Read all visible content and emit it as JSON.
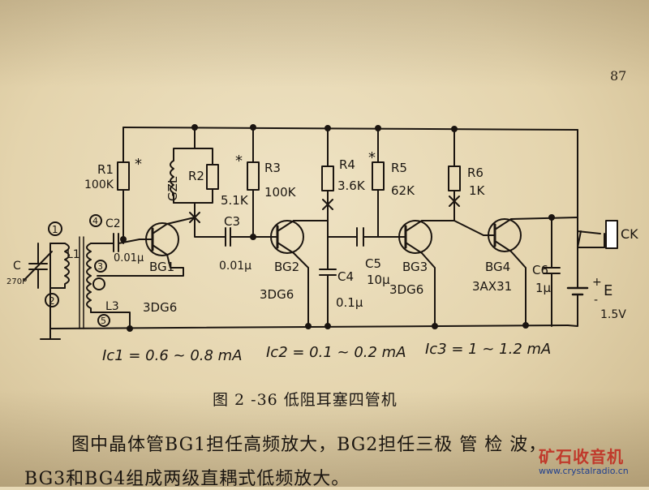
{
  "page_number": "87",
  "labels": {
    "c_tune_name": "C",
    "c_tune_val": "270P",
    "pin1": "1",
    "pin2": "2",
    "pin3": "3",
    "pin4": "4",
    "pin5": "5",
    "l1": "L1",
    "l3": "L3",
    "c2": "C2",
    "c2_val": "0.01μ",
    "r1": "R1",
    "r1_val": "100K",
    "star1": "*",
    "gzl": "GZL",
    "r2": "R2",
    "r2_val": "5.1K",
    "r3": "R3",
    "r3_val": "100K",
    "star3": "*",
    "bg1": "BG1",
    "bg1_type": "3DG6",
    "c3": "C3",
    "c3_val": "0.01μ",
    "bg2": "BG2",
    "bg2_type": "3DG6",
    "r4": "R4",
    "r4_val": "3.6K",
    "c4": "C4",
    "c4_val": "0.1μ",
    "c5": "C5",
    "c5_val": "10μ",
    "r5": "R5",
    "r5_val": "62K",
    "star5": "*",
    "bg3": "BG3",
    "bg3_type": "3DG6",
    "r6": "R6",
    "r6_val": "1K",
    "bg4": "BG4",
    "bg4_type": "3AX31",
    "c6": "C6",
    "c6_val": "1μ",
    "ck": "CK",
    "e": "E",
    "e_val": "1.5V",
    "plus": "+",
    "minus": "-"
  },
  "currents": {
    "ic1": "Ic1 = 0.6 ~ 0.8 mA",
    "ic2": "Ic2 = 0.1 ~ 0.2 mA",
    "ic3": "Ic3 = 1 ~ 1.2 mA"
  },
  "caption": "图 2 -36   低阻耳塞四管机",
  "body_line1": "图中晶体管BG1担任高频放大，BG2担任三极 管 检 波，",
  "body_line2": "BG3和BG4组成两级直耦式低频放大。",
  "watermark": {
    "title": "矿石收音机",
    "url": "www.crystalradio.cn"
  }
}
